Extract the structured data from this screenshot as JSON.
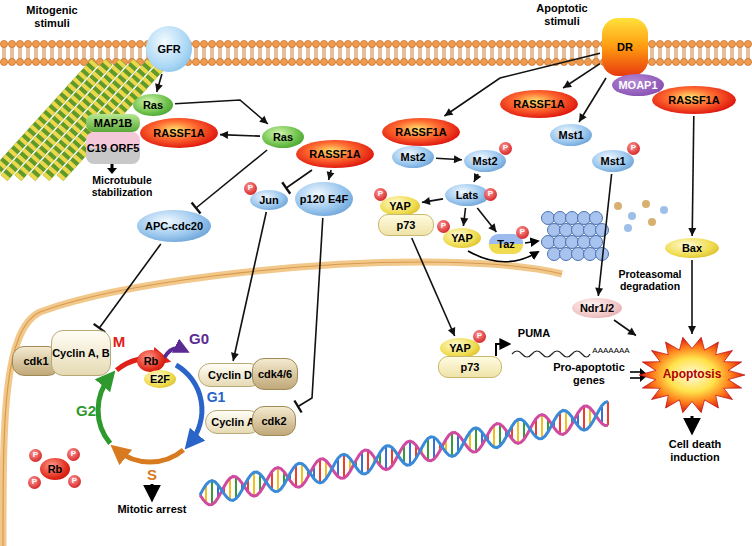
{
  "diagram": {
    "nodes": [
      {
        "text": [
          "GFR"
        ]
      },
      {
        "text": [
          "DR"
        ]
      },
      {
        "text": [
          "MOAP1"
        ]
      },
      {
        "text": [
          "RASSF1A"
        ]
      },
      {
        "text": [
          "Ras"
        ]
      },
      {
        "text": [
          "MAP1B"
        ]
      },
      {
        "text": [
          "C19 ORF5"
        ]
      },
      {
        "text": [
          "RASSF1A"
        ]
      },
      {
        "text": [
          "Ras"
        ]
      },
      {
        "text": [
          "RASSF1A"
        ]
      },
      {
        "text": [
          "RASSF1A"
        ]
      },
      {
        "text": [
          "Mst1"
        ]
      },
      {
        "text": [
          "RASSF1A"
        ]
      },
      {
        "text": [
          "Mst2"
        ]
      },
      {
        "text": [
          "Mst2"
        ]
      },
      {
        "text": [
          "P"
        ],
        "in": 14
      },
      {
        "text": [
          "Mst1"
        ]
      },
      {
        "text": [
          "P"
        ],
        "in": 16
      },
      {
        "text": [
          "Lats"
        ]
      },
      {
        "text": [
          "P"
        ],
        "in": 18
      },
      {
        "text": [
          "YAP"
        ]
      },
      {
        "text": [
          "P"
        ],
        "in": 20
      },
      {
        "text": [
          "p73"
        ]
      },
      {
        "text": [
          "YAP"
        ]
      },
      {
        "text": [
          "P"
        ],
        "in": 23
      },
      {
        "text": [
          "Taz"
        ]
      },
      {
        "text": [
          "P"
        ],
        "in": 25
      },
      {
        "text": [
          "Bax"
        ]
      },
      {
        "text": [
          "Jun"
        ]
      },
      {
        "text": [
          "P"
        ],
        "in": 28
      },
      {
        "text": [
          "p120 E4F"
        ]
      },
      {
        "text": [
          "APC-cdc20"
        ]
      },
      {
        "text": [
          "cdk1"
        ]
      },
      {
        "text": [
          "Cyclin A, B"
        ]
      },
      {
        "text": [
          "Rb"
        ]
      },
      {
        "text": [
          "E2F"
        ]
      },
      {
        "text": [
          "Cyclin D"
        ]
      },
      {
        "text": [
          "cdk4/6"
        ]
      },
      {
        "text": [
          "Cyclin A"
        ]
      },
      {
        "text": [
          "cdk2"
        ]
      },
      {
        "text": [
          "Rb"
        ]
      },
      {
        "text": [
          "P"
        ],
        "in": 40
      },
      {
        "text": [
          "P"
        ],
        "in": 40
      },
      {
        "text": [
          "P"
        ],
        "in": 40
      },
      {
        "text": [
          "P"
        ],
        "in": 40
      },
      {
        "text": [
          "YAP"
        ]
      },
      {
        "text": [
          "P"
        ],
        "in": 45
      },
      {
        "text": [
          "p73"
        ]
      },
      {
        "text": [
          "Ndr1/2"
        ]
      },
      {
        "text": [
          "Apoptosis"
        ]
      }
    ],
    "edges": [
      {
        "from": 0,
        "to": 4,
        "arrow": "to"
      },
      {
        "from": 4,
        "to": 8,
        "arrow": "to"
      },
      {
        "from": 8,
        "to": 7,
        "arrow": "to"
      },
      {
        "from": 9,
        "to": 28,
        "arrow": "to"
      },
      {
        "from": 9,
        "to": 30,
        "arrow": "to"
      },
      {
        "from": 8,
        "to": 31,
        "arrow": "to"
      },
      {
        "from": 31,
        "to": 33,
        "arrow": "to"
      },
      {
        "from": 28,
        "to": 36,
        "arrow": "to"
      },
      {
        "from": 30,
        "to": 39,
        "arrow": "to"
      },
      {
        "from": 1,
        "to": 10,
        "arrow": "to"
      },
      {
        "from": 1,
        "to": 12,
        "arrow": "to"
      },
      {
        "from": 1,
        "to": 11,
        "arrow": "to"
      },
      {
        "from": 11,
        "to": 16,
        "arrow": "to"
      },
      {
        "from": 13,
        "to": 14,
        "arrow": "to"
      },
      {
        "from": 14,
        "to": 18,
        "arrow": "to"
      },
      {
        "from": 18,
        "to": 20,
        "arrow": "to"
      },
      {
        "from": 18,
        "to": 23,
        "arrow": "to"
      },
      {
        "from": 18,
        "to": 25,
        "arrow": "to"
      },
      {
        "from": 22,
        "to": 45,
        "arrow": "to"
      },
      {
        "from": 16,
        "to": 48,
        "arrow": "to"
      },
      {
        "from": 3,
        "to": 27,
        "arrow": "to"
      },
      {
        "from": 27,
        "to": 49,
        "arrow": "to"
      },
      {
        "from": 48,
        "to": 49,
        "arrow": "to"
      }
    ],
    "labels": [
      "Mitogenic stimuli",
      "Apoptotic stimuli",
      "Microtubule stabilization",
      "M",
      "G0",
      "G1",
      "G2",
      "S",
      "Mitotic arrest",
      "Proteasomal degradation",
      "PUMA",
      "AAAAAAA",
      "Pro-apoptotic genes",
      "Cell death induction"
    ]
  }
}
